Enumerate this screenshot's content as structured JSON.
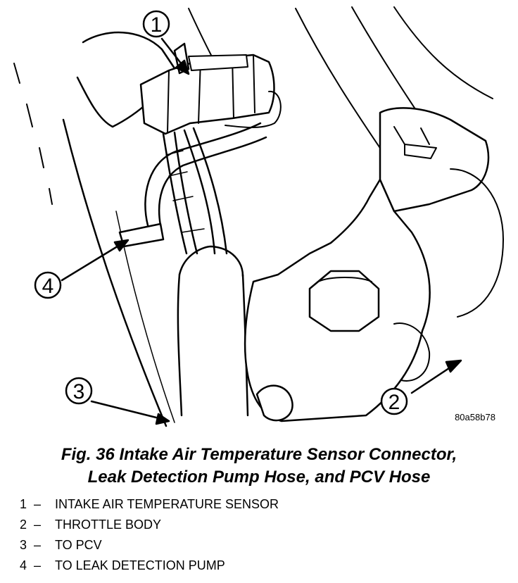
{
  "figure_id": "80a58b78",
  "caption": {
    "line1": "Fig. 36 Intake Air Temperature Sensor Connector,",
    "line2": "Leak Detection Pump Hose, and PCV Hose"
  },
  "callouts": [
    "1",
    "2",
    "3",
    "4"
  ],
  "legend": [
    {
      "num": "1",
      "text": "INTAKE AIR TEMPERATURE SENSOR"
    },
    {
      "num": "2",
      "text": "THROTTLE BODY"
    },
    {
      "num": "3",
      "text": "TO PCV"
    },
    {
      "num": "4",
      "text": "TO LEAK DETECTION PUMP"
    }
  ],
  "dash_glyph": "–",
  "colors": {
    "ink": "#000000",
    "paper": "#ffffff"
  }
}
